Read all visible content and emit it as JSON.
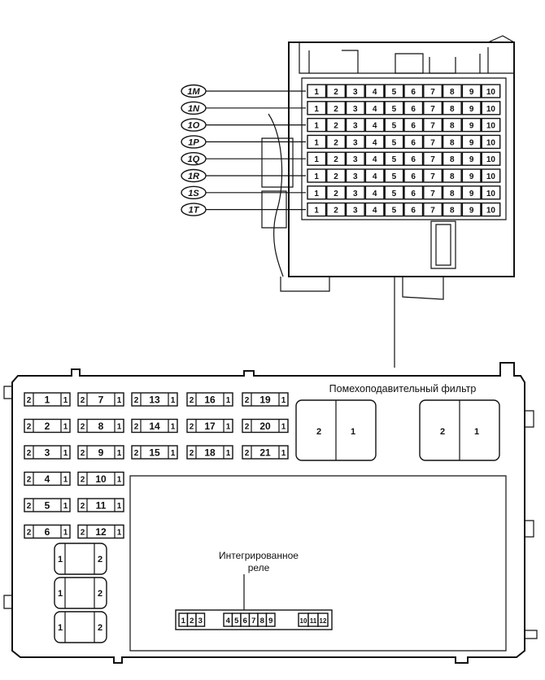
{
  "connectors": [
    {
      "label": "1M",
      "pins": [
        "1",
        "2",
        "3",
        "4",
        "5",
        "6",
        "7",
        "8",
        "9",
        "10"
      ]
    },
    {
      "label": "1N",
      "pins": [
        "1",
        "2",
        "3",
        "4",
        "5",
        "6",
        "7",
        "8",
        "9",
        "10"
      ]
    },
    {
      "label": "1O",
      "pins": [
        "1",
        "2",
        "3",
        "4",
        "5",
        "6",
        "7",
        "8",
        "9",
        "10"
      ]
    },
    {
      "label": "1P",
      "pins": [
        "1",
        "2",
        "3",
        "4",
        "5",
        "6",
        "7",
        "8",
        "9",
        "10"
      ]
    },
    {
      "label": "1Q",
      "pins": [
        "1",
        "2",
        "3",
        "4",
        "5",
        "6",
        "7",
        "8",
        "9",
        "10"
      ]
    },
    {
      "label": "1R",
      "pins": [
        "1",
        "2",
        "3",
        "4",
        "5",
        "6",
        "7",
        "8",
        "9",
        "10"
      ]
    },
    {
      "label": "1S",
      "pins": [
        "1",
        "2",
        "3",
        "4",
        "5",
        "6",
        "7",
        "8",
        "9",
        "10"
      ]
    },
    {
      "label": "1T",
      "pins": [
        "1",
        "2",
        "3",
        "4",
        "5",
        "6",
        "7",
        "8",
        "9",
        "10"
      ]
    }
  ],
  "fuse_pin_left": "2",
  "fuse_pin_right": "1",
  "fuses": [
    "1",
    "2",
    "3",
    "4",
    "5",
    "6",
    "7",
    "8",
    "9",
    "10",
    "11",
    "12",
    "13",
    "14",
    "15",
    "16",
    "17",
    "18",
    "19",
    "20",
    "21"
  ],
  "filter_label": "Помехоподавительный фильтр",
  "filter_pins": [
    "2",
    "1"
  ],
  "relays": [
    {
      "left": "1",
      "right": "2"
    },
    {
      "left": "1",
      "right": "2"
    },
    {
      "left": "1",
      "right": "2"
    }
  ],
  "integrated_relay_label": [
    "Интегрированное",
    "реле"
  ],
  "relay_connector_pins": [
    "1",
    "2",
    "3",
    "4",
    "5",
    "6",
    "7",
    "8",
    "9",
    "10",
    "11",
    "12"
  ]
}
